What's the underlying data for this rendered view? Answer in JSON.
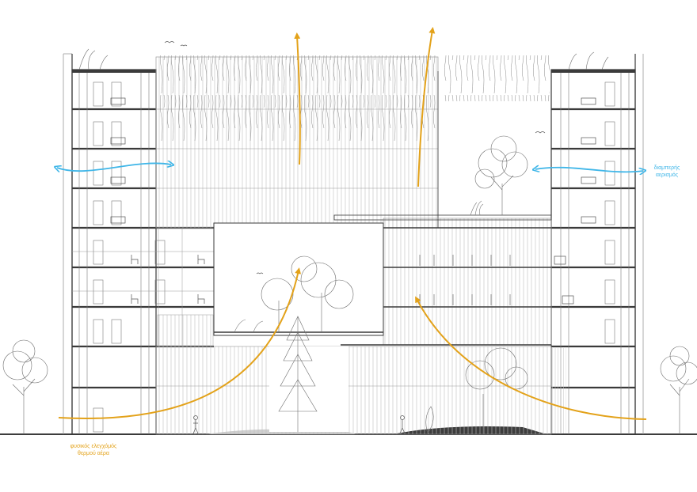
{
  "labels": {
    "cross_ventilation": [
      "διαμπερής",
      "αερισμός"
    ],
    "natural_airflow": [
      "φυσικός ελεγχόμός",
      "θερμού αέρα"
    ]
  },
  "colors": {
    "hot_air_arrow": "#e3a21a",
    "cross_vent_arrow": "#3fb6e8",
    "line": "#3a3a3a",
    "light_line": "#9a9a9a",
    "ground": "#3d3d3d"
  },
  "icons": [
    "tree-icon",
    "plant-icon",
    "bird-icon",
    "person-icon",
    "chair-icon"
  ]
}
